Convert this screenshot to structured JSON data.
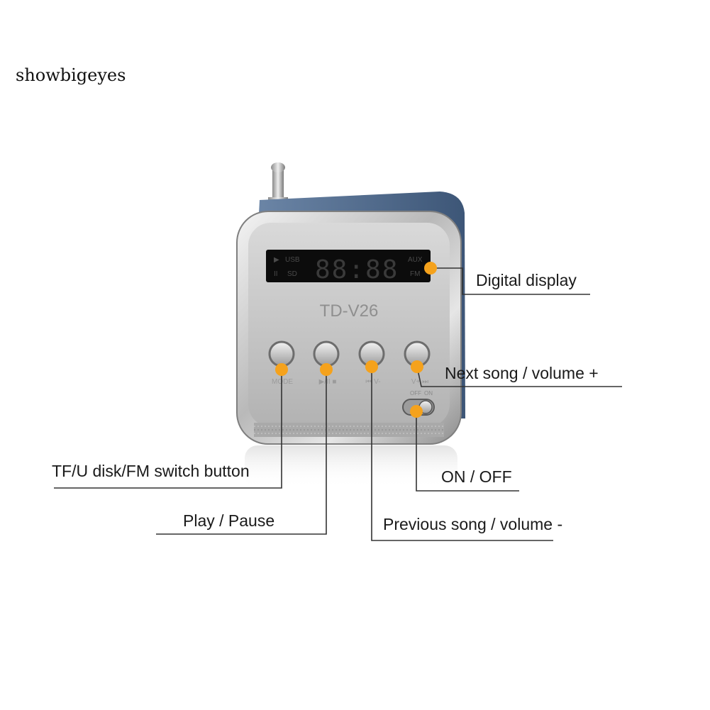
{
  "watermark": "showbigeyes",
  "device": {
    "model": "TD-V26",
    "display": {
      "digits": "88:88",
      "left_indicators": [
        "▶",
        "USB",
        "II",
        "SD"
      ],
      "right_indicators": [
        "AUX",
        "FM"
      ]
    },
    "button_labels": [
      "MODE",
      "▶/II ■",
      "⏮ V-",
      "V+ ⏭"
    ],
    "switch_labels": [
      "OFF",
      "ON"
    ]
  },
  "callouts": {
    "digital_display": "Digital display",
    "next_song": "Next song / volume +",
    "mode_button": "TF/U disk/FM switch button",
    "on_off": "ON / OFF",
    "play_pause": "Play / Pause",
    "previous_song": "Previous song / volume -"
  },
  "colors": {
    "dot": "#f5a21c",
    "line": "#333333",
    "lcd": "#0c0c0c",
    "lcd_segment": "#3a3a3a"
  }
}
